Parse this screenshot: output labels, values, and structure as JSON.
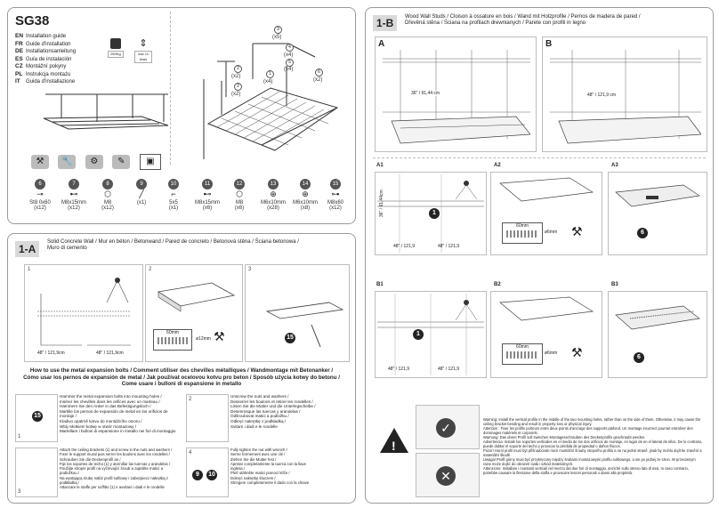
{
  "header": {
    "model": "SG38",
    "languages": [
      {
        "code": "EN",
        "text": "Installation guide"
      },
      {
        "code": "FR",
        "text": "Guide d'installation"
      },
      {
        "code": "DE",
        "text": "Installationsanleitung"
      },
      {
        "code": "ES",
        "text": "Guía de instalación"
      },
      {
        "code": "CZ",
        "text": "Montážní pokyny"
      },
      {
        "code": "PL",
        "text": "Instrukcja montażu"
      },
      {
        "code": "IT",
        "text": "Guida d'installazione"
      }
    ],
    "load_badges": [
      "250Kg",
      "max 10 times"
    ]
  },
  "parts": [
    {
      "id": "3",
      "qty": "(x5)"
    },
    {
      "id": "2",
      "qty": "(x2)"
    },
    {
      "id": "1",
      "qty": "(x4)"
    },
    {
      "id": "4",
      "qty": "(x4)"
    },
    {
      "id": "5",
      "qty": "(x4)"
    },
    {
      "id": "2",
      "qty": "(x2)"
    },
    {
      "id": "6",
      "qty": "(x2)"
    }
  ],
  "hardware": [
    {
      "id": "6",
      "name": "St8 0x60",
      "qty": "(x12)"
    },
    {
      "id": "7",
      "name": "M8x15mm",
      "qty": "(x12)"
    },
    {
      "id": "8",
      "name": "M8",
      "qty": "(x12)"
    },
    {
      "id": "9",
      "name": "",
      "qty": "(x1)"
    },
    {
      "id": "10",
      "name": "5x5",
      "qty": "(x1)"
    },
    {
      "id": "11",
      "name": "M8x15mm",
      "qty": "(x6)"
    },
    {
      "id": "12",
      "name": "M8",
      "qty": "(x6)"
    },
    {
      "id": "13",
      "name": "M6x10mm",
      "qty": "(x28)"
    },
    {
      "id": "14",
      "name": "M6x10mm",
      "qty": "(x8)"
    },
    {
      "id": "15",
      "name": "M8x60",
      "qty": "(x12)"
    }
  ],
  "section_1a": {
    "badge": "1-A",
    "title_line1": "Solid Concrete Wall / Mur en béton / Betonwand / Pared de concreto / Betonová stěna / Ściana betonowa /",
    "title_line2": "Muro di cemento",
    "step_labels": [
      "1",
      "2",
      "3"
    ],
    "dims": [
      "48\" / 121,9cm",
      "48\" / 121,9cm",
      "60mm",
      "ø12mm"
    ],
    "bolt_header_line1": "How to use the metal expansion bolts / Comment utiliser des chevilles métalliques / Wandmontage mit Betonanker /",
    "bolt_header_line2": "Cómo usar los pernos de expansión de metal / Jak používat ocelovou kotvu pro beton / Sposób użycia kotwy do betonu /",
    "bolt_header_line3": "Come usare i bulloni di espansione in metallo",
    "bolt_steps": [
      {
        "num": "1",
        "lines": [
          "Hammer the metal expansion bolts into mounting holes /",
          "Insérer les chevilles dans les orifices avec un marteau /",
          "Hämmern Sie den Anker in das Befestigungsloch /",
          "Martille los pernos de expansión de metal en los orificios de montaje /",
          "Kladivo opatrně kotvu do montážního otvoru /",
          "Wbij młotkiem kotwę w otwór montażowy /",
          "Martellare i bulloni di espansione in metallo nei fori di montaggio"
        ]
      },
      {
        "num": "2",
        "lines": [
          "Unscrew the nuts and washers /",
          "Desserrer les boulons et retirer les rondelles /",
          "Lösen Sie die Mutter und die Unterlegscheibe /",
          "Desenrosque las tuercas y arandelas /",
          "Odšroubovat matici a podložku /",
          "Odkręć nakrętkę z podkładką /",
          "Svitare i dadi e le rondelle"
        ]
      },
      {
        "num": "3",
        "lines": [
          "Attach the ceiling brackets (1) and screw in the nuts and washers /",
          "Fixer le support mural puis serrer les boulons avec les rondelles /",
          "Schrauben Sie die Deckenprofil an /",
          "Fije los soportes de techo (1) y atornillar las tuercas y arandelas /",
          "Použijte stropní profil na vyčnívající šroub a zajistěte maticí a podložkou /",
          "Na wystającą śrubę nałóż profil sufitowy i zabezpiecz nakrętką z",
          "podkładką /",
          "Attaccare le staffe per soffitto (1) e avvitare i dadi e le rondelle"
        ]
      },
      {
        "num": "4",
        "lines": [
          "Fully tighten the nut with wrench /",
          "Serrer fermement avec une clé /",
          "Ziehen Sie die Mutter fest /",
          "Apretar completamente la tuerca con la llave",
          "inglesa /",
          "Plně utáhněte matici pomocí klíče /",
          "Dokręć nakrętkę kluczem /",
          "Stringere completamente il dado con la chiave"
        ]
      }
    ],
    "callouts": [
      "15",
      "9",
      "10"
    ]
  },
  "section_1b": {
    "badge": "1-B",
    "title_line1": "Wood Wall Studs / Cloison à ossature en bois / Wand mit Holzprofile / Pernos de madera de pared /",
    "title_line2": "Dřevěná stěna / Ściana na profilach drewnianych / Parete con profili in legno",
    "views": [
      "A",
      "B"
    ],
    "dim_a": "36\" / 91,44 cm",
    "dim_b": "48\" / 121,9 cm",
    "steps_a": [
      "A1",
      "A2",
      "A3"
    ],
    "steps_b": [
      "B1",
      "B2",
      "B3"
    ],
    "dims_small": [
      "36\" / 91,44cm",
      "48\" / 121,9",
      "48\" / 121,9",
      "60mm",
      "ø6mm"
    ],
    "callouts": [
      "1",
      "6"
    ]
  },
  "warning": {
    "paragraphs": [
      "Warning: Install the vertical profile in the middle of the two mounting holes, rather than on the side of them. Otherwise, it may cause the ceiling bracket bending and result in property loss or physical injury.",
      "Attention : Fixer les profils porteurs entre deux points d'ancrage des supports plafond. Un montage incorrect pourrait entraîner des dommages matériels et corporels.",
      "Warnung: Das obere Profil soll zwischen Montagesschrauben des Deckenprofils geschraubt werden.",
      "Advertencia: Instale los soportes verticales en el medio de los dos orificios de montaje, en lugar de en el lateral de ellos. De lo contrario, puede doblar el soporte del techo y provocar la pérdida de propiedad o daños físicos.",
      "Pozor! Horní profil musí být přišroubován mezi montážní šrouby stropního profilu a ne na jedné straně, jinak by mohlo dojít ke zranění a materiální škodě.",
      "Uwaga! Profil górny musi być przykręcony między śrubami montażowymi profilu sufitowego, a nie po jednej ze stron. W przeciwnym razie może dojść do obrażeń ciała i szkód materialnych.",
      "Attenzione: Installare i montanti verticali nel mezzo dei due fori di montaggio, anziché sullo stesso lato di essi. In caso contrario, potrebbe causare la flessione della staffa e provocare lesioni personali o danni alla proprietà."
    ]
  },
  "colors": {
    "panel_border": "#9a9a9a",
    "badge_bg": "#d9d9d9",
    "frame_dark": "#333333"
  }
}
